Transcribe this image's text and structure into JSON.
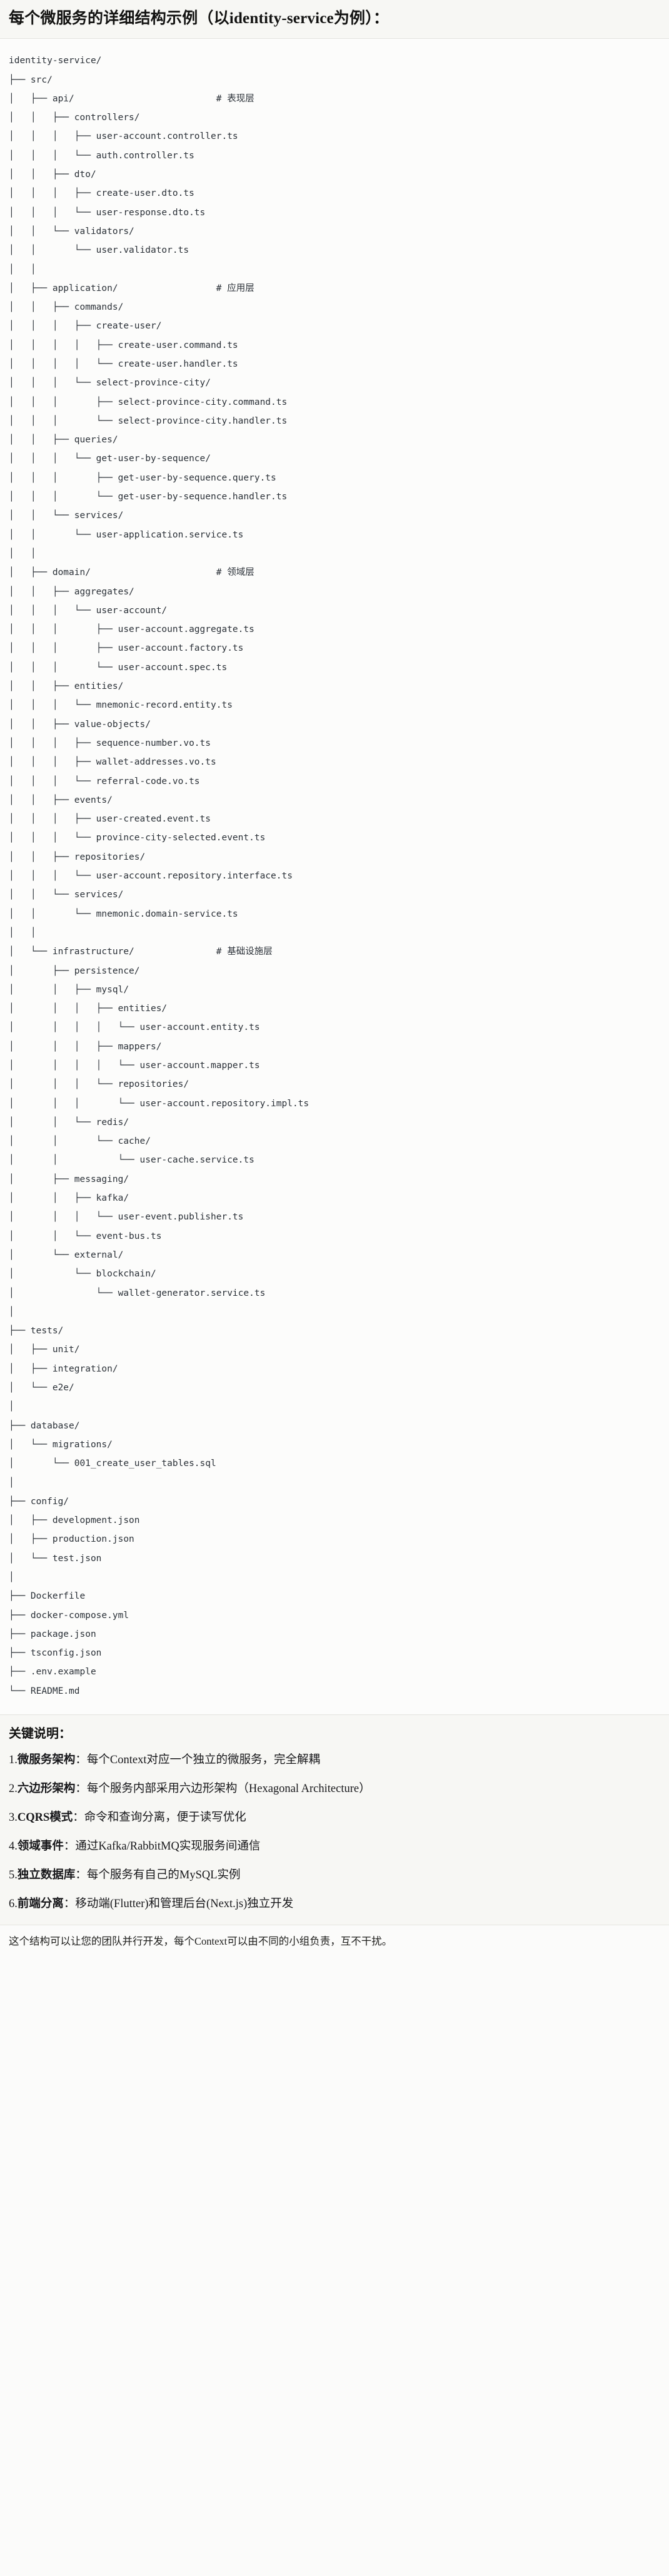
{
  "header": {
    "title": "每个微服务的详细结构示例（以identity-service为例）："
  },
  "tree": {
    "root": "identity-service/",
    "lines": [
      "identity-service/",
      "├── src/",
      "│   ├── api/                          # 表现层",
      "│   │   ├── controllers/",
      "│   │   │   ├── user-account.controller.ts",
      "│   │   │   └── auth.controller.ts",
      "│   │   ├── dto/",
      "│   │   │   ├── create-user.dto.ts",
      "│   │   │   └── user-response.dto.ts",
      "│   │   └── validators/",
      "│   │       └── user.validator.ts",
      "│   │",
      "│   ├── application/                  # 应用层",
      "│   │   ├── commands/",
      "│   │   │   ├── create-user/",
      "│   │   │   │   ├── create-user.command.ts",
      "│   │   │   │   └── create-user.handler.ts",
      "│   │   │   └── select-province-city/",
      "│   │   │       ├── select-province-city.command.ts",
      "│   │   │       └── select-province-city.handler.ts",
      "│   │   ├── queries/",
      "│   │   │   └── get-user-by-sequence/",
      "│   │   │       ├── get-user-by-sequence.query.ts",
      "│   │   │       └── get-user-by-sequence.handler.ts",
      "│   │   └── services/",
      "│   │       └── user-application.service.ts",
      "│   │",
      "│   ├── domain/                       # 领域层",
      "│   │   ├── aggregates/",
      "│   │   │   └── user-account/",
      "│   │   │       ├── user-account.aggregate.ts",
      "│   │   │       ├── user-account.factory.ts",
      "│   │   │       └── user-account.spec.ts",
      "│   │   ├── entities/",
      "│   │   │   └── mnemonic-record.entity.ts",
      "│   │   ├── value-objects/",
      "│   │   │   ├── sequence-number.vo.ts",
      "│   │   │   ├── wallet-addresses.vo.ts",
      "│   │   │   └── referral-code.vo.ts",
      "│   │   ├── events/",
      "│   │   │   ├── user-created.event.ts",
      "│   │   │   └── province-city-selected.event.ts",
      "│   │   ├── repositories/",
      "│   │   │   └── user-account.repository.interface.ts",
      "│   │   └── services/",
      "│   │       └── mnemonic.domain-service.ts",
      "│   │",
      "│   └── infrastructure/               # 基础设施层",
      "│       ├── persistence/",
      "│       │   ├── mysql/",
      "│       │   │   ├── entities/",
      "│       │   │   │   └── user-account.entity.ts",
      "│       │   │   ├── mappers/",
      "│       │   │   │   └── user-account.mapper.ts",
      "│       │   │   └── repositories/",
      "│       │   │       └── user-account.repository.impl.ts",
      "│       │   └── redis/",
      "│       │       └── cache/",
      "│       │           └── user-cache.service.ts",
      "│       ├── messaging/",
      "│       │   ├── kafka/",
      "│       │   │   └── user-event.publisher.ts",
      "│       │   └── event-bus.ts",
      "│       └── external/",
      "│           └── blockchain/",
      "│               └── wallet-generator.service.ts",
      "│",
      "├── tests/",
      "│   ├── unit/",
      "│   ├── integration/",
      "│   └── e2e/",
      "│",
      "├── database/",
      "│   └── migrations/",
      "│       └── 001_create_user_tables.sql",
      "│",
      "├── config/",
      "│   ├── development.json",
      "│   ├── production.json",
      "│   └── test.json",
      "│",
      "├── Dockerfile",
      "├── docker-compose.yml",
      "├── package.json",
      "├── tsconfig.json",
      "├── .env.example",
      "└── README.md"
    ],
    "layer_comments": [
      "# 表现层",
      "# 应用层",
      "# 领域层",
      "# 基础设施层"
    ]
  },
  "notes": {
    "title": "关键说明：",
    "items": [
      {
        "index": "1.",
        "term": "微服务架构",
        "body": "：每个Context对应一个独立的微服务，完全解耦"
      },
      {
        "index": "2.",
        "term": "六边形架构",
        "body": "：每个服务内部采用六边形架构（Hexagonal Architecture）"
      },
      {
        "index": "3.",
        "term": "CQRS模式",
        "body": "：命令和查询分离，便于读写优化"
      },
      {
        "index": "4.",
        "term": "领域事件",
        "body": "：通过Kafka/RabbitMQ实现服务间通信"
      },
      {
        "index": "5.",
        "term": "独立数据库",
        "body": "：每个服务有自己的MySQL实例"
      },
      {
        "index": "6.",
        "term": "前端分离",
        "body": "：移动端(Flutter)和管理后台(Next.js)独立开发"
      }
    ]
  },
  "footer": {
    "text": "这个结构可以让您的团队并行开发，每个Context可以由不同的小组负责，互不干扰。"
  }
}
